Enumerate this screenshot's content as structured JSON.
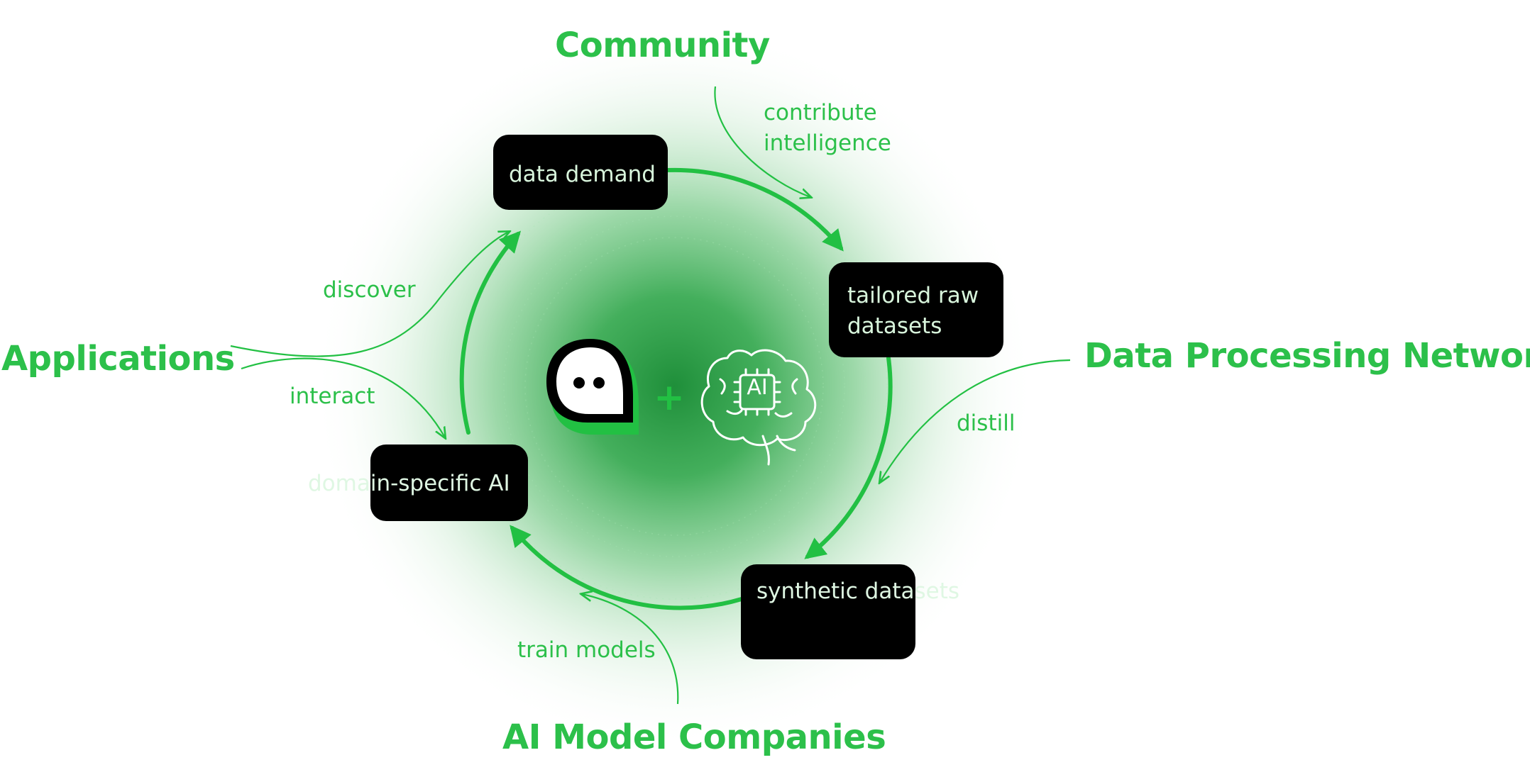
{
  "actors": {
    "community": "Community",
    "applications": "Applications",
    "data_processing_network": "Data Processing Network",
    "ai_model_companies": "AI Model Companies"
  },
  "cycle_nodes": {
    "data_demand": "data demand",
    "tailored_raw_datasets_line1": "tailored raw",
    "tailored_raw_datasets_line2": "datasets",
    "synthetic_datasets": "synthetic datasets",
    "domain_specific_ai": "domain-specific AI"
  },
  "flows": {
    "contribute_line1": "contribute",
    "contribute_line2": "intelligence",
    "distill": "distill",
    "train_models": "train models",
    "discover": "discover",
    "interact": "interact"
  },
  "center": {
    "plus": "+",
    "ai_chip_label": "AI"
  },
  "colors": {
    "accent": "#22c043",
    "accent_light": "#8fe39f",
    "node_bg": "#000000",
    "node_text": "#d8f5dc"
  },
  "icons": {
    "mascot": "chat-bubble-mascot-icon",
    "brain": "brain-chip-icon"
  }
}
